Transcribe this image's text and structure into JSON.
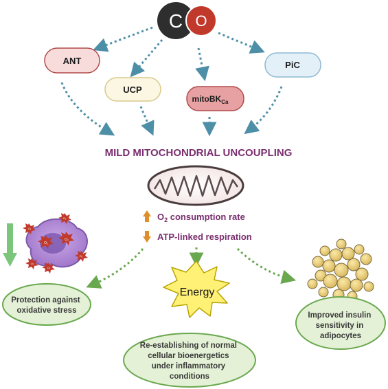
{
  "molecule": {
    "atom1": "C",
    "atom2": "O"
  },
  "channels": {
    "ant": "ANT",
    "ucp": "UCP",
    "mitobk_main": "mitoBK",
    "mitobk_sub": "Ca",
    "pic": "PiC"
  },
  "title": "MILD MITOCHONDRIAL UNCOUPLING",
  "indicators": {
    "o2_prefix": "O",
    "o2_sub": "2",
    "o2_rest": " consumption rate",
    "atp": "ATP-linked respiration"
  },
  "energy_label": "Energy",
  "outcomes": {
    "oxidative": [
      "Protection against",
      "oxidative stress"
    ],
    "bioenergetics": [
      "Re-establishing of normal",
      "cellular bioenergetics",
      "under inflammatory",
      "conditions"
    ],
    "insulin": [
      "Improved insulin",
      "sensitivity in",
      "adipocytes"
    ]
  },
  "ros_label": "O₂",
  "colors": {
    "title": "#7a2e6e",
    "blue_arrow": "#4e8fa8",
    "green_arrow": "#6aa84f",
    "orange_arrow": "#e08e2b",
    "outcome_fill": "#e4f1d6",
    "outcome_stroke": "#6aa84f",
    "ant_fill": "#f8dcdc",
    "ucp_fill": "#fbf7e3",
    "mitobk_fill": "#e8a1a3",
    "pic_fill": "#e4f0f8"
  }
}
